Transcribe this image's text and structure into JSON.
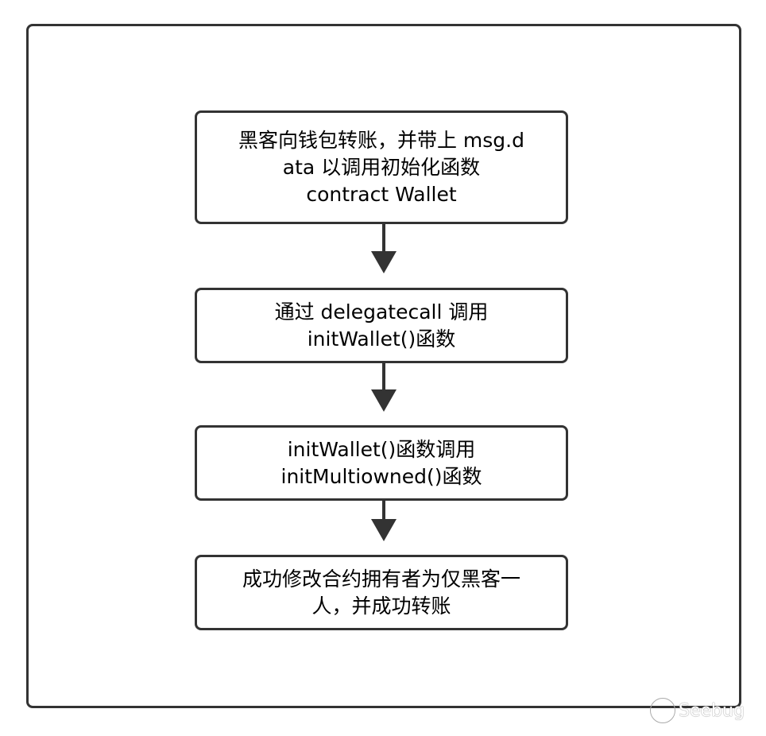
{
  "steps": [
    {
      "lines": [
        "黑客向钱包转账，并带上 msg.d",
        "ata 以调用初始化函数",
        "contract Wallet"
      ]
    },
    {
      "lines": [
        "通过 delegatecall 调用",
        "initWallet()函数"
      ]
    },
    {
      "lines": [
        "initWallet()函数调用",
        "initMultiowned()函数"
      ]
    },
    {
      "lines": [
        "成功修改合约拥有者为仅黑客一",
        "人，并成功转账"
      ]
    }
  ],
  "watermark": "Seebug"
}
